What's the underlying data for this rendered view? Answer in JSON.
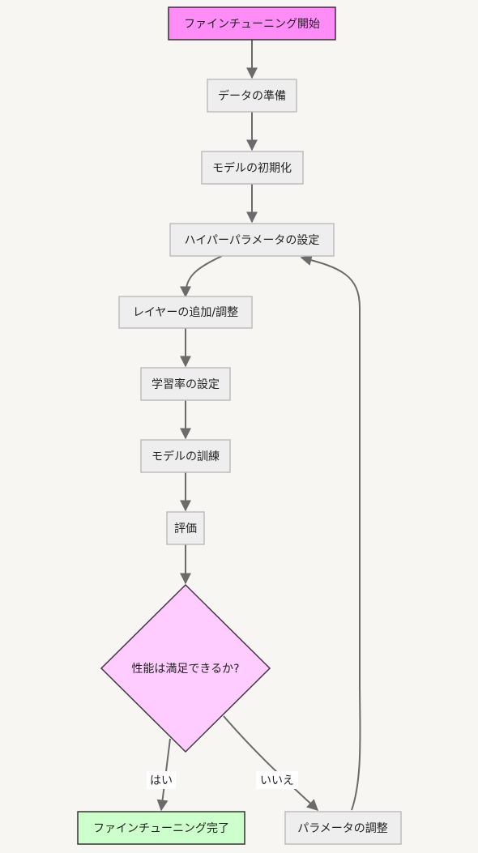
{
  "colors": {
    "background": "#f7f6f3",
    "node_fill": "#eeeeee",
    "node_stroke": "#bdbdbd",
    "start_fill": "#ff8cf7",
    "start_stroke": "#3a2a3a",
    "decision_fill": "#ffccff",
    "decision_stroke": "#4a3348",
    "end_fill": "#ccffcc",
    "end_stroke": "#333333",
    "edge": "#6b6b6b"
  },
  "nodes": {
    "start": "ファインチューニング開始",
    "prepare": "データの準備",
    "init": "モデルの初期化",
    "hyper": "ハイパーパラメータの設定",
    "layers": "レイヤーの追加/調整",
    "lr": "学習率の設定",
    "train": "モデルの訓練",
    "eval": "評価",
    "decision": "性能は満足できるか?",
    "done": "ファインチューニング完了",
    "adjust": "パラメータの調整"
  },
  "edge_labels": {
    "yes": "はい",
    "no": "いいえ"
  }
}
